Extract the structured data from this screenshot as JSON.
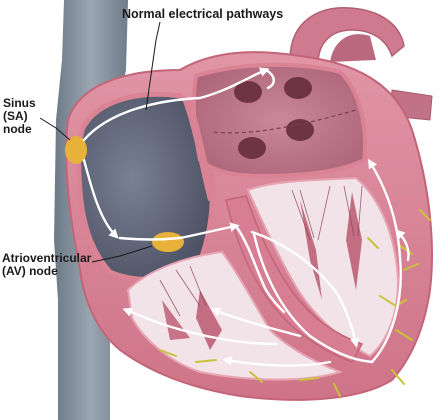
{
  "labels": {
    "pathways": "Normal electrical pathways",
    "sa_node": "Sinus\n(SA)\nnode",
    "av_node": "Atrioventricular\n(AV) node"
  },
  "colors": {
    "background": "#ffffff",
    "vena_cava": "#7d8a96",
    "heart_wall": "#d98394",
    "heart_outline": "#c46479",
    "chamber_interior": "#5f6678",
    "ventricle_interior": "#f1e3e8",
    "node_tissue": "#e8b23a",
    "purkinje_fibers": "#c9c23a",
    "pathway_arrow": "#ffffff"
  }
}
